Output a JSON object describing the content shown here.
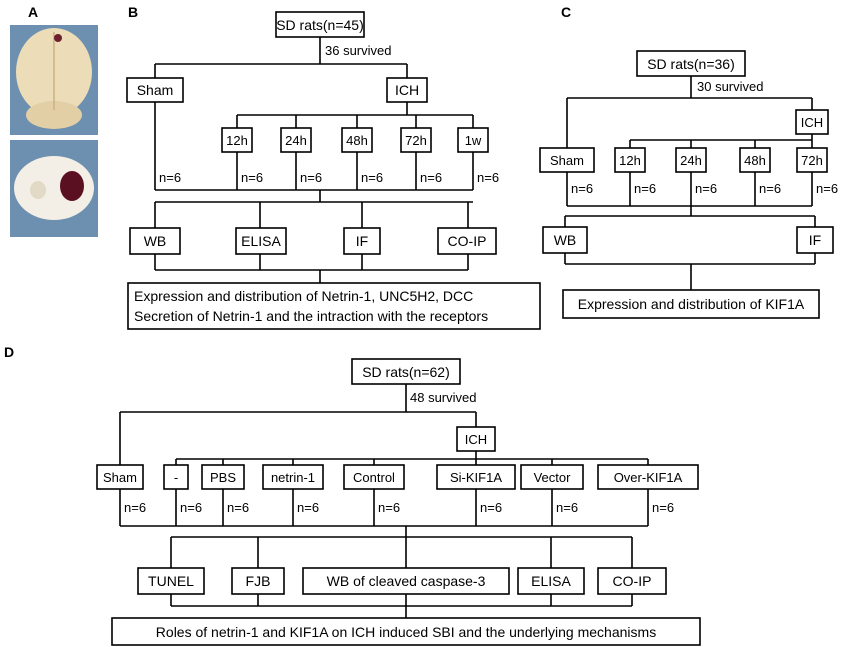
{
  "panels": {
    "a": "A",
    "b": "B",
    "c": "C",
    "d": "D"
  },
  "b": {
    "top": "SD rats(n=45)",
    "survived": "36 survived",
    "sham": "Sham",
    "ich": "ICH",
    "times": [
      "12h",
      "24h",
      "48h",
      "72h",
      "1w"
    ],
    "n": "n=6",
    "assays": [
      "WB",
      "ELISA",
      "IF",
      "CO-IP"
    ],
    "result_line1": "Expression and distribution of Netrin-1, UNC5H2, DCC",
    "result_line2": "Secretion of Netrin-1 and the intraction with the receptors"
  },
  "c": {
    "top": "SD rats(n=36)",
    "survived": "30 survived",
    "ich": "ICH",
    "groups": [
      "Sham",
      "12h",
      "24h",
      "48h",
      "72h"
    ],
    "n": "n=6",
    "assays": [
      "WB",
      "IF"
    ],
    "result": "Expression and distribution of KIF1A"
  },
  "d": {
    "top": "SD rats(n=62)",
    "survived": "48 survived",
    "ich": "ICH",
    "groups": [
      "Sham",
      "-",
      "PBS",
      "netrin-1",
      "Control",
      "Si-KIF1A",
      "Vector",
      "Over-KIF1A"
    ],
    "n": "n=6",
    "assays": [
      "TUNEL",
      "FJB",
      "WB of cleaved caspase-3",
      "ELISA",
      "CO-IP"
    ],
    "result": "Roles of netrin-1 and KIF1A on ICH induced SBI and the underlying mechanisms"
  }
}
